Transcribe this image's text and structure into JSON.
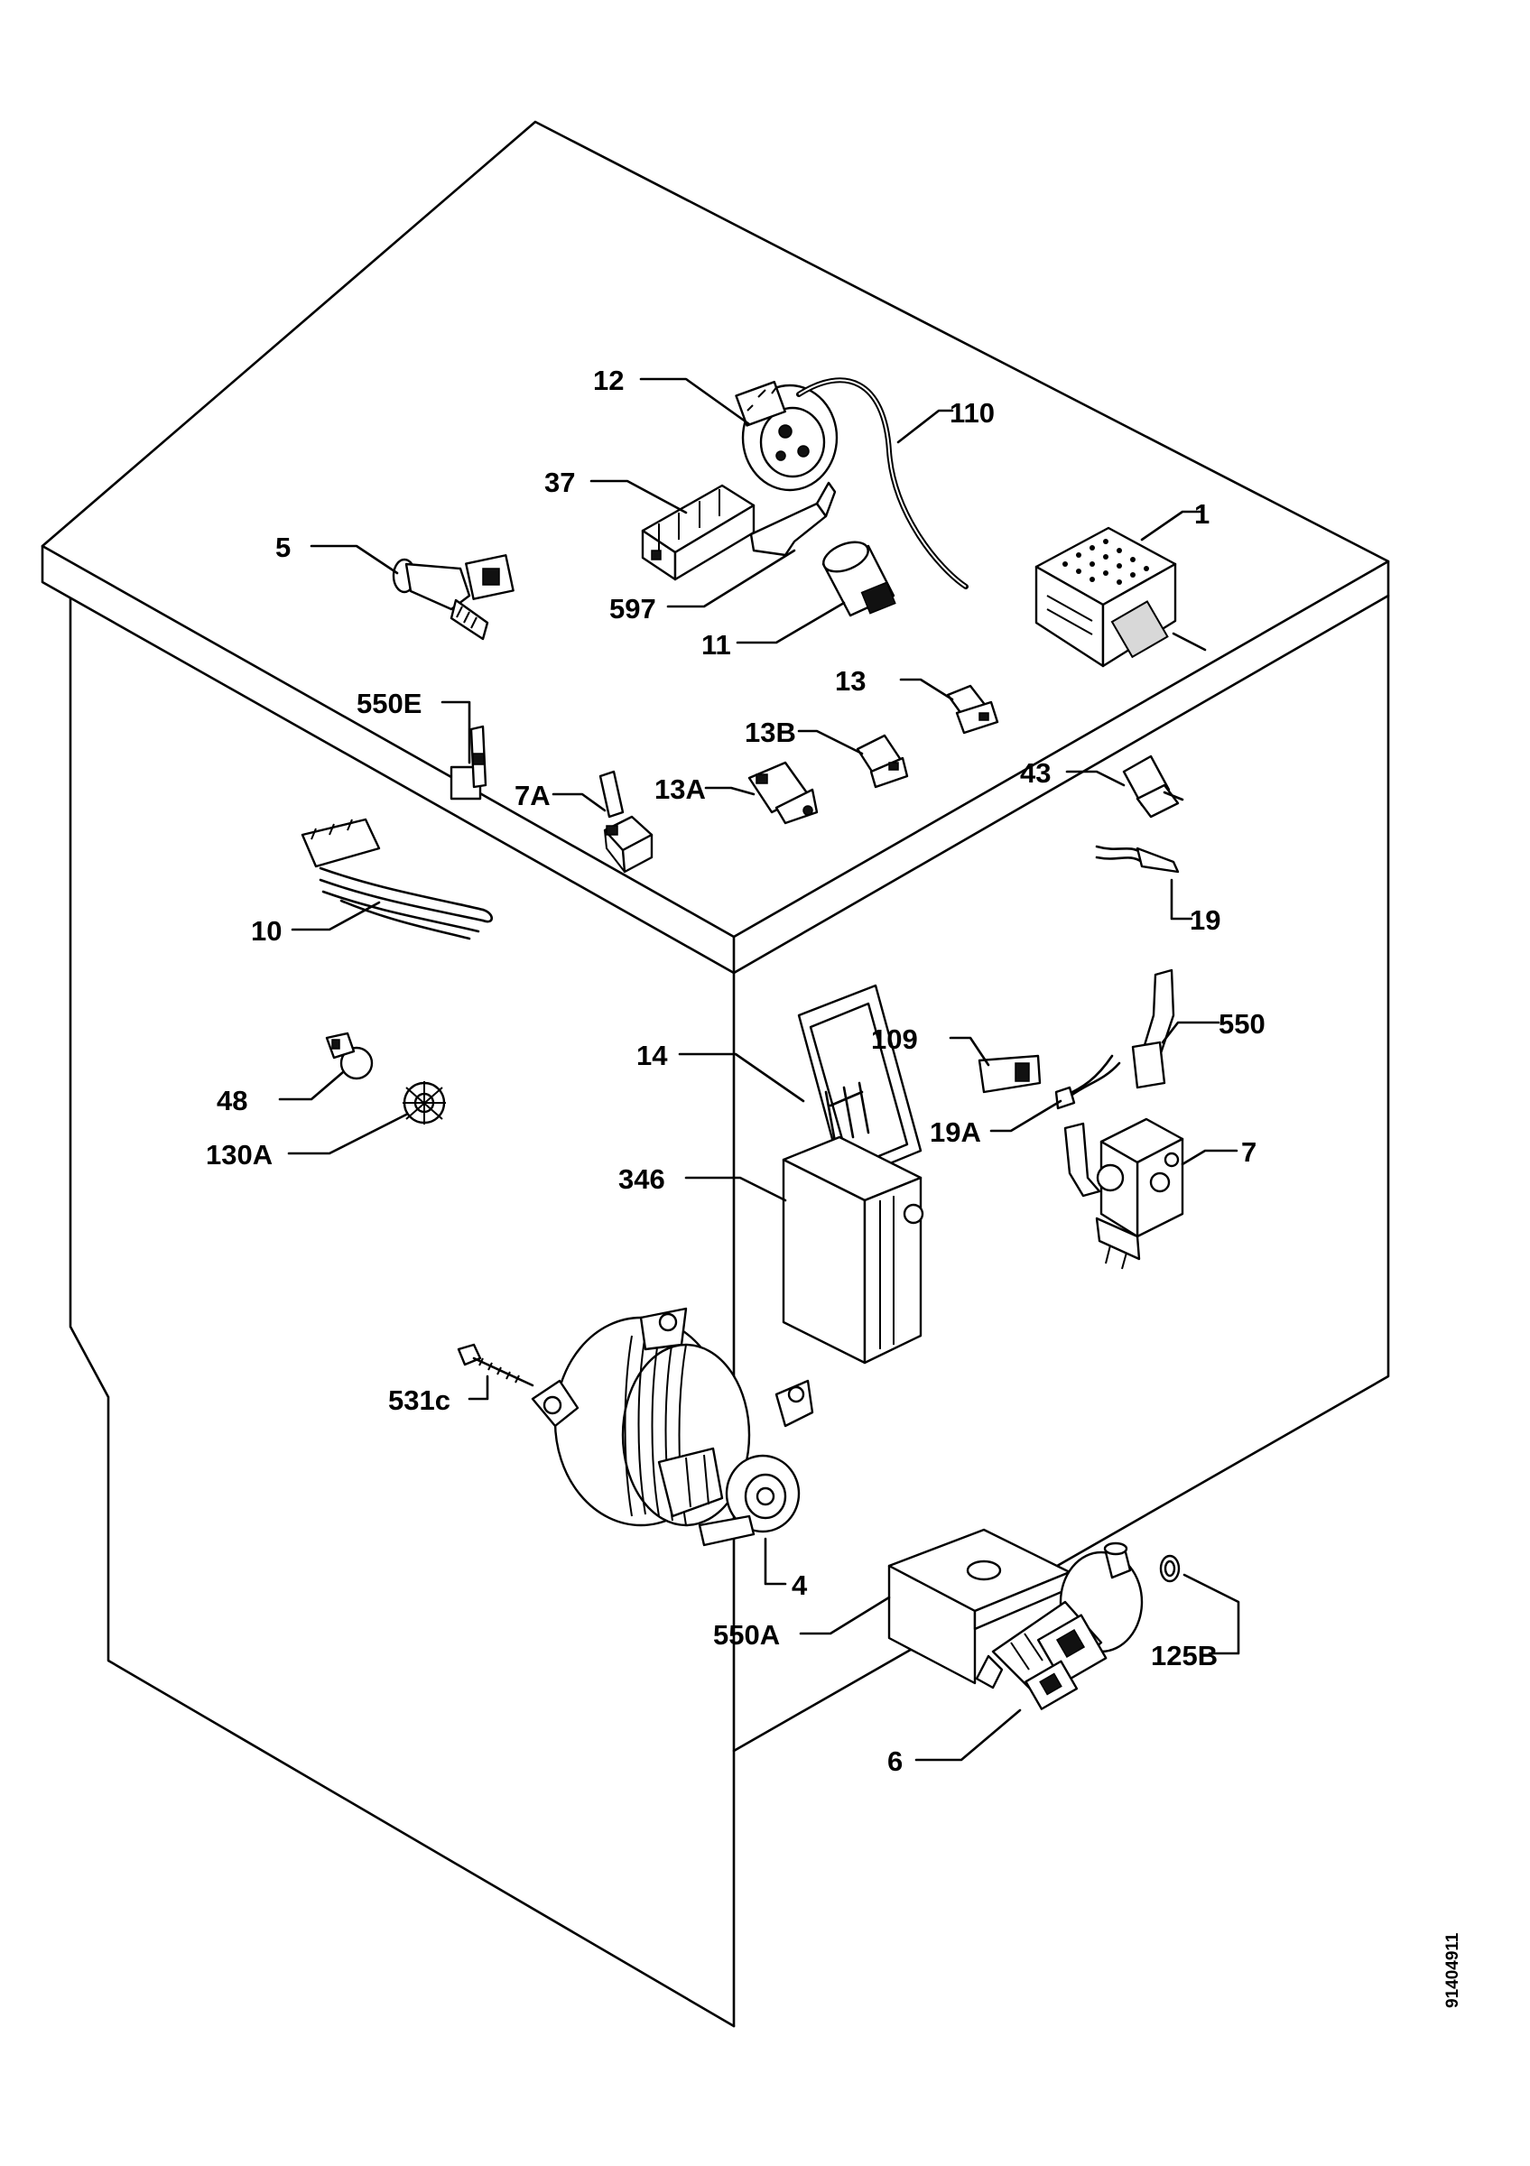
{
  "labels": [
    {
      "id": "l12",
      "text": "12"
    },
    {
      "id": "l110",
      "text": "110"
    },
    {
      "id": "l37",
      "text": "37"
    },
    {
      "id": "l5",
      "text": "5"
    },
    {
      "id": "l1",
      "text": "1"
    },
    {
      "id": "l597",
      "text": "597"
    },
    {
      "id": "l11",
      "text": "11"
    },
    {
      "id": "l550E",
      "text": "550E"
    },
    {
      "id": "l13",
      "text": "13"
    },
    {
      "id": "l13B",
      "text": "13B"
    },
    {
      "id": "l7A",
      "text": "7A"
    },
    {
      "id": "l13A",
      "text": "13A"
    },
    {
      "id": "l43",
      "text": "43"
    },
    {
      "id": "l19",
      "text": "19"
    },
    {
      "id": "l10",
      "text": "10"
    },
    {
      "id": "l550",
      "text": "550"
    },
    {
      "id": "l109",
      "text": "109"
    },
    {
      "id": "l14",
      "text": "14"
    },
    {
      "id": "l48",
      "text": "48"
    },
    {
      "id": "l19A",
      "text": "19A"
    },
    {
      "id": "l7",
      "text": "7"
    },
    {
      "id": "l130A",
      "text": "130A"
    },
    {
      "id": "l346",
      "text": "346"
    },
    {
      "id": "l531c",
      "text": "531c"
    },
    {
      "id": "l4",
      "text": "4"
    },
    {
      "id": "l550A",
      "text": "550A"
    },
    {
      "id": "l125B",
      "text": "125B"
    },
    {
      "id": "l6",
      "text": "6"
    }
  ],
  "drawing_code": "91404911"
}
